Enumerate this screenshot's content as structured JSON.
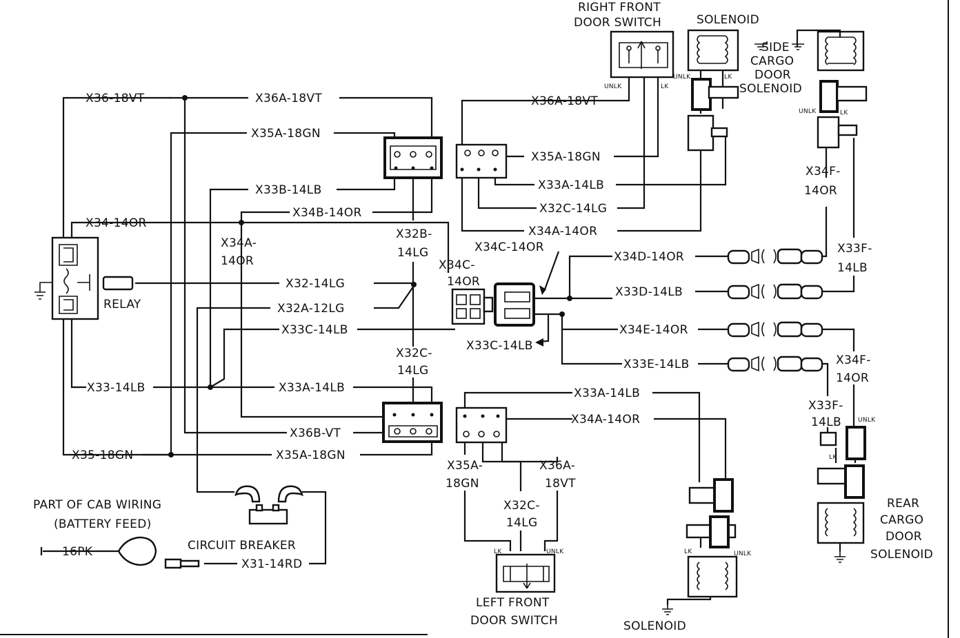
{
  "components": {
    "right_front_door_switch": {
      "line1": "RIGHT FRONT",
      "line2": "DOOR SWITCH",
      "unlk": "UNLK",
      "lk": "LK"
    },
    "solenoid_top_left": {
      "label": "SOLENOID",
      "unlk": "UNLK",
      "lk": "LK"
    },
    "side_cargo_door_solenoid": {
      "line1": "SIDE",
      "line2": "CARGO",
      "line3": "DOOR",
      "line4": "SOLENOID",
      "unlk": "UNLK",
      "lk": "LK"
    },
    "relay": {
      "label": "RELAY"
    },
    "circuit_breaker": {
      "label": "CIRCUIT BREAKER"
    },
    "cab_wiring": {
      "line1": "PART OF CAB WIRING",
      "line2": "(BATTERY FEED)",
      "wire": "16PK"
    },
    "left_front_door_switch": {
      "line1": "LEFT FRONT",
      "line2": "DOOR SWITCH",
      "lk": "LK",
      "unlk": "UNLK"
    },
    "solenoid_bottom": {
      "label": "SOLENOID",
      "lk": "LK",
      "unlk": "UNLK"
    },
    "rear_cargo_door_solenoid": {
      "line1": "REAR",
      "line2": "CARGO",
      "line3": "DOOR",
      "line4": "SOLENOID",
      "unlk": "UNLK",
      "lk": "LK"
    }
  },
  "wires": {
    "x36": "X36-18VT",
    "x36a_top": "X36A-18VT",
    "x35a_top": "X35A-18GN",
    "x33b": "X33B-14LB",
    "x34b": "X34B-14OR",
    "x34": "X34-14OR",
    "x34a_l1": "X34A-",
    "x34a_l2": "14OR",
    "x32b_l1": "X32B-",
    "x32b_l2": "14LG",
    "x32": "X32-14LG",
    "x32a": "X32A-12LG",
    "x33c_left": "X33C-14LB",
    "x32c_mid_l1": "X32C-",
    "x32c_mid_l2": "14LG",
    "x33": "X33-14LB",
    "x33a_left": "X33A-14LB",
    "x36b": "X36B-VT",
    "x35": "X35-18GN",
    "x35a_left": "X35A-18GN",
    "x36a_rf": "X36A-18VT",
    "x35a_rf": "X35A-18GN",
    "x33a_rf": "X33A-14LB",
    "x32c_rf": "X32C-14LG",
    "x34a_rf": "X34A-14OR",
    "x34c_top": "X34C-14OR",
    "x34c_l1": "X34C-",
    "x34c_l2": "14OR",
    "x33c_right": "X33C-14LB",
    "x34d": "X34D-14OR",
    "x33d": "X33D-14LB",
    "x34e": "X34E-14OR",
    "x33e": "X33E-14LB",
    "x34f_top_l1": "X34F-",
    "x34f_top_l2": "14OR",
    "x33f_top_l1": "X33F-",
    "x33f_top_l2": "14LB",
    "x34f_bot_l1": "X34F-",
    "x34f_bot_l2": "14OR",
    "x33f_bot_l1": "X33F-",
    "x33f_bot_l2": "14LB",
    "x33a_lf": "X33A-14LB",
    "x34a_lf": "X34A-14OR",
    "x35a_lf_l1": "X35A-",
    "x35a_lf_l2": "18GN",
    "x36a_lf_l1": "X36A-",
    "x36a_lf_l2": "18VT",
    "x32c_lf_l1": "X32C-",
    "x32c_lf_l2": "14LG",
    "x31": "X31-14RD"
  }
}
